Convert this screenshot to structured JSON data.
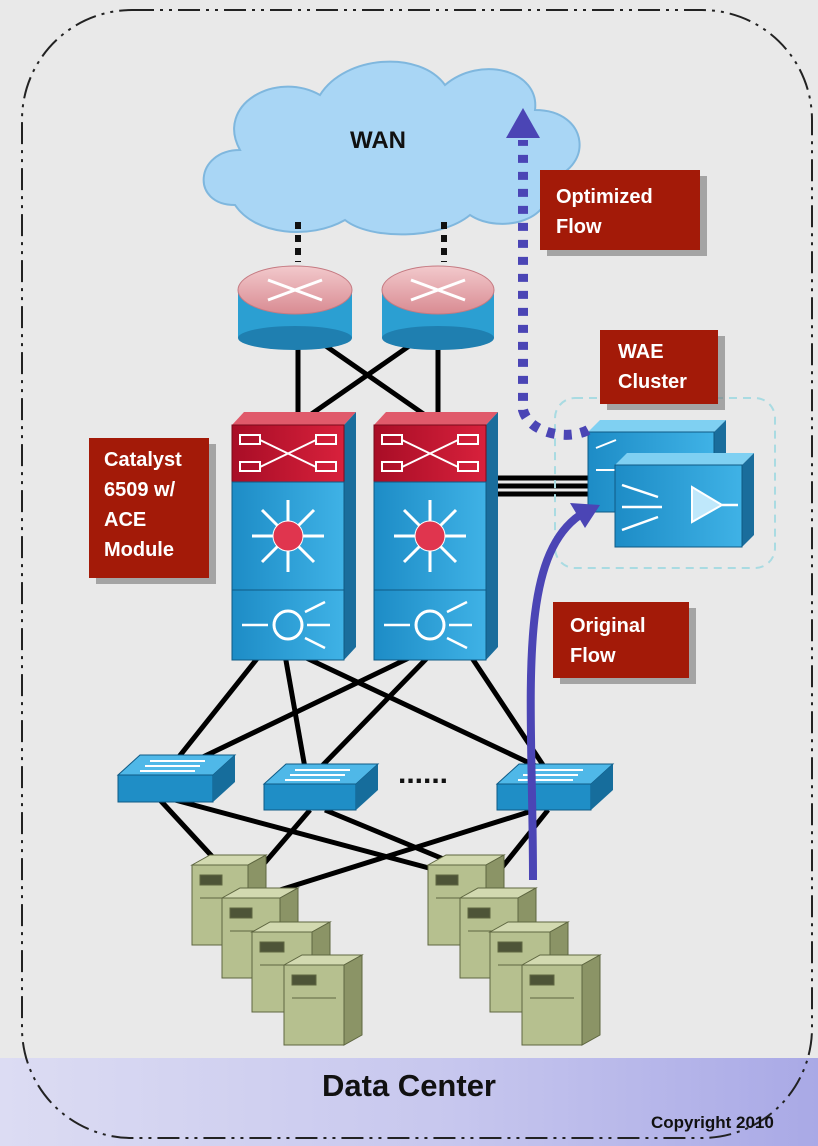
{
  "diagram": {
    "wan_label": "WAN",
    "callouts": {
      "optimized_flow": [
        "Optimized",
        "Flow"
      ],
      "wae_cluster": [
        "WAE",
        "Cluster"
      ],
      "catalyst": [
        "Catalyst",
        "6509 w/",
        "ACE",
        "Module"
      ],
      "original_flow": [
        "Original",
        "Flow"
      ]
    },
    "ellipsis": "......",
    "footer_title": "Data Center",
    "copyright": "Copyright 2010"
  },
  "colors": {
    "callout_fill": "#a31a08",
    "callout_text": "#ffffff",
    "cloud": "#a9d6f5",
    "device_blue": "#2f9fd6",
    "router_pink": "#e6a9ae",
    "switch_red": "#c8102e",
    "server_green": "#b6c08f",
    "flow_arrow": "#4b45b5",
    "link": "#000000"
  }
}
